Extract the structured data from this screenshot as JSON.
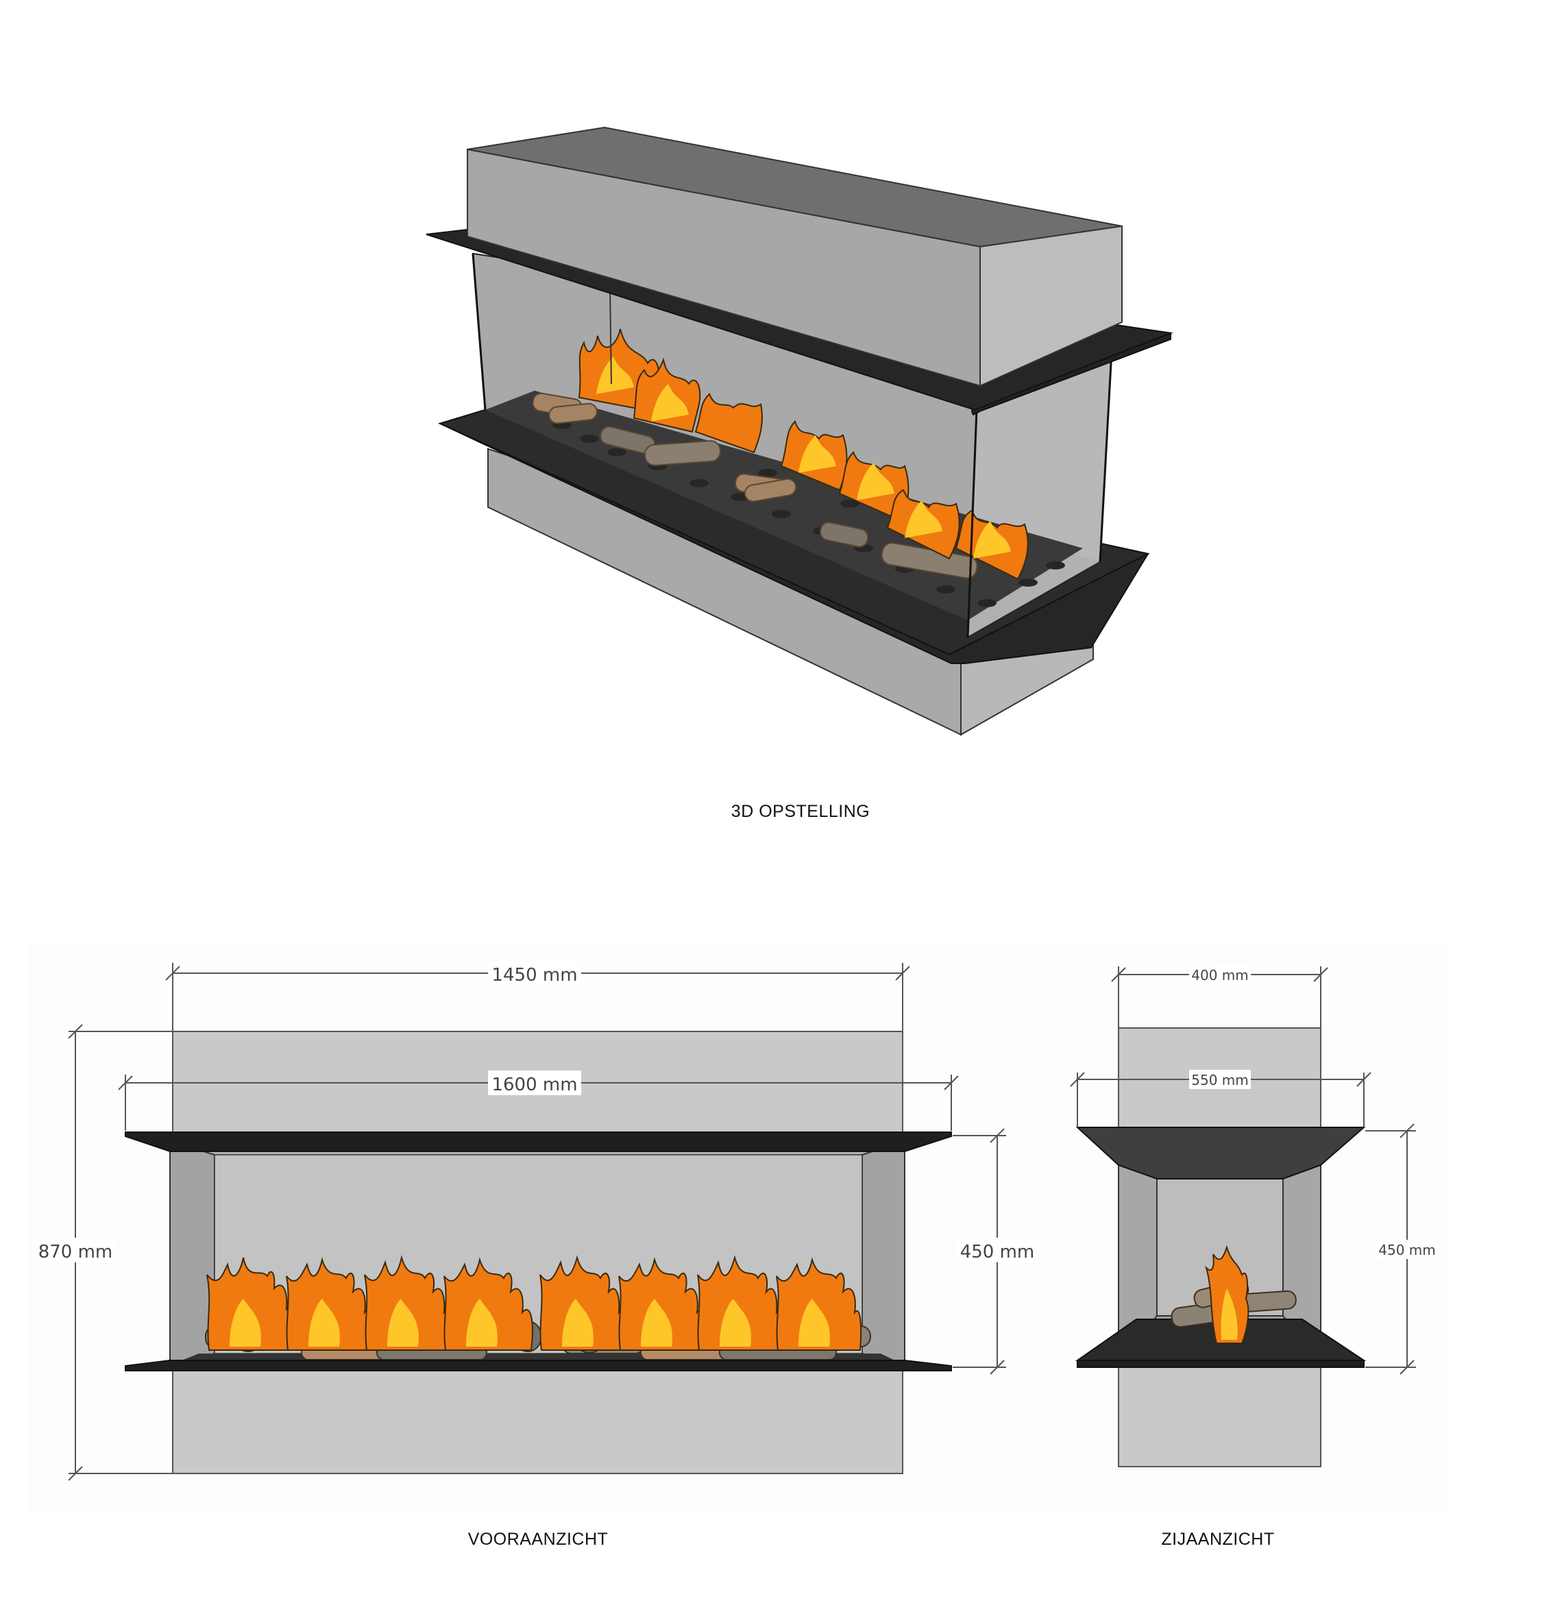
{
  "captions": {
    "view_3d": "3D OPSTELLING",
    "view_front": "VOORAANZICHT",
    "view_side": "ZIJAANZICHT"
  },
  "front_view": {
    "width_top": "1450 mm",
    "width_plate": "1600 mm",
    "height_total": "870 mm",
    "height_opening": "450 mm"
  },
  "side_view": {
    "depth_top": "400 mm",
    "depth_plate": "550 mm",
    "height_opening": "450 mm"
  },
  "colors": {
    "panel_light": "#c9c9c9",
    "panel_mid": "#a6a6a6",
    "panel_dark": "#767676",
    "plate": "#1f1f1f",
    "glass": "#bdbdbd",
    "flame_outer": "#f07a10",
    "flame_inner": "#ffc62a",
    "log": "#9a7a5c"
  }
}
